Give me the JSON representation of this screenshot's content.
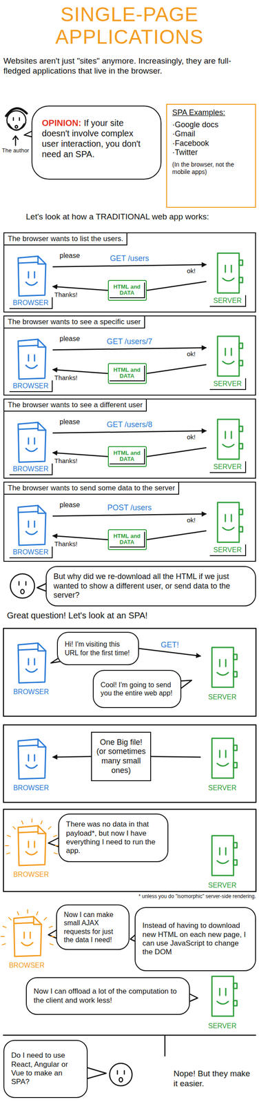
{
  "diagram": {
    "title": "SINGLE-PAGE APPLICATIONS",
    "nodes": [
      {
        "text": [
          "OPINION:",
          "If your site doesn't involve complex user interaction, you don't need an SPA."
        ]
      },
      {
        "text": [
          "SPA Examples:",
          "·Google docs",
          "·Gmail",
          "·Facebook",
          "·Twitter",
          "(In the browser, not the mobile apps)"
        ]
      },
      {
        "text": [
          "The browser wants to list the users."
        ]
      },
      {
        "text": [
          "BROWSER"
        ],
        "in": 2
      },
      {
        "text": [
          "HTML and DATA"
        ],
        "in": 2
      },
      {
        "text": [
          "SERVER"
        ],
        "in": 2
      },
      {
        "text": [
          "The browser wants to see a specific user"
        ]
      },
      {
        "text": [
          "BROWSER"
        ],
        "in": 6
      },
      {
        "text": [
          "HTML and DATA"
        ],
        "in": 6
      },
      {
        "text": [
          "SERVER"
        ],
        "in": 6
      },
      {
        "text": [
          "The browser wants to see a different user"
        ]
      },
      {
        "text": [
          "BROWSER"
        ],
        "in": 10
      },
      {
        "text": [
          "HTML and DATA"
        ],
        "in": 10
      },
      {
        "text": [
          "SERVER"
        ],
        "in": 10
      },
      {
        "text": [
          "The browser wants to send some data to the server"
        ]
      },
      {
        "text": [
          "BROWSER"
        ],
        "in": 14
      },
      {
        "text": [
          "HTML and DATA"
        ],
        "in": 14
      },
      {
        "text": [
          "SERVER"
        ],
        "in": 14
      },
      {
        "text": [
          "But why did we re-download all the HTML if we just wanted to show a different user, or send data to the server?"
        ]
      },
      {
        "text": [
          "BROWSER"
        ]
      },
      {
        "text": [
          "Hi! I'm visiting this URL for the first time!"
        ]
      },
      {
        "text": [
          "Cool! I'm going to send you the entire web app!"
        ]
      },
      {
        "text": [
          "SERVER"
        ]
      },
      {
        "text": [
          "BROWSER"
        ]
      },
      {
        "text": [
          "One Big file! (or sometimes many small ones)"
        ]
      },
      {
        "text": [
          "SERVER"
        ]
      },
      {
        "text": [
          "BROWSER"
        ]
      },
      {
        "text": [
          "There was no data in that payload*, but now I have everything I need to run the app."
        ]
      },
      {
        "text": [
          "SERVER"
        ]
      },
      {
        "text": [
          "BROWSER"
        ]
      },
      {
        "text": [
          "Now I can make small AJAX requests for just the data I need!"
        ]
      },
      {
        "text": [
          "Instead of having to download new HTML on each new page, I can use JavaScript to change the DOM"
        ]
      },
      {
        "text": [
          "Now I can offload a lot of the computation to the client and work less!"
        ]
      },
      {
        "text": [
          "SERVER"
        ]
      },
      {
        "text": [
          "Do I need to use React, Angular or Vue to make an SPA?"
        ]
      }
    ],
    "edges": [
      {
        "from": 3,
        "to": 5,
        "arrow": "to",
        "label": "GET /users"
      },
      {
        "from": 5,
        "to": 4,
        "arrow": "none"
      },
      {
        "from": 4,
        "to": 3,
        "arrow": "to"
      },
      {
        "from": 7,
        "to": 9,
        "arrow": "to",
        "label": "GET /users/7"
      },
      {
        "from": 9,
        "to": 8,
        "arrow": "none"
      },
      {
        "from": 8,
        "to": 7,
        "arrow": "to"
      },
      {
        "from": 11,
        "to": 13,
        "arrow": "to",
        "label": "GET /users/8"
      },
      {
        "from": 13,
        "to": 12,
        "arrow": "none"
      },
      {
        "from": 12,
        "to": 11,
        "arrow": "to"
      },
      {
        "from": 15,
        "to": 17,
        "arrow": "to",
        "label": "POST /users"
      },
      {
        "from": 17,
        "to": 16,
        "arrow": "none"
      },
      {
        "from": 16,
        "to": 15,
        "arrow": "to"
      },
      {
        "from": 20,
        "to": 22,
        "arrow": "to",
        "label": "GET!"
      },
      {
        "from": 25,
        "to": 24,
        "arrow": "none"
      },
      {
        "from": 24,
        "to": 23,
        "arrow": "to"
      }
    ],
    "labels": [
      "Websites aren't just \"sites\" anymore. Increasingly, they are full-fledged applications that live in the browser.",
      "The author",
      "Let's look at how a TRADITIONAL web app works:",
      "please",
      "ok!",
      "Thanks!",
      "please",
      "ok!",
      "Thanks!",
      "please",
      "ok!",
      "Thanks!",
      "please",
      "ok!",
      "Thanks!",
      "Great question! Let's look at an SPA!",
      "* unless you do \"isomorphic\" server-side rendering.",
      "Nope! But they make it easier."
    ]
  }
}
